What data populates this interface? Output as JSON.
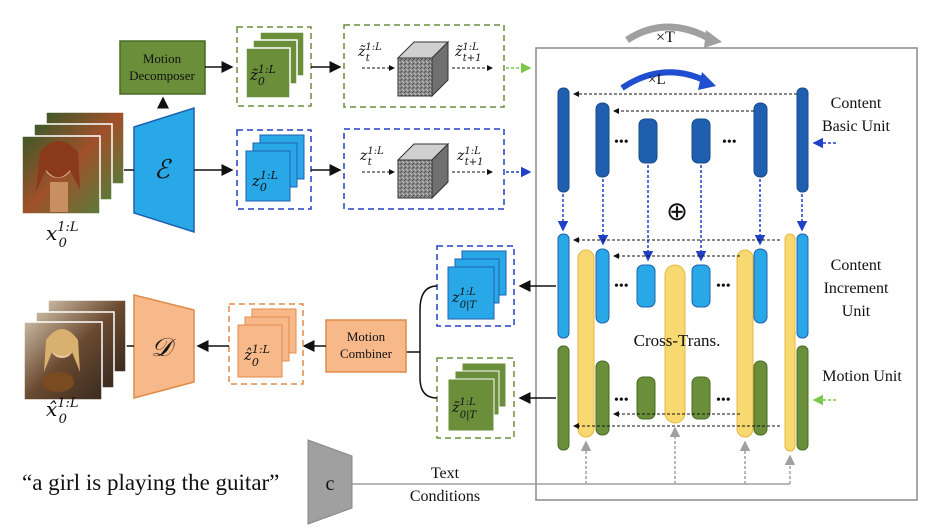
{
  "labels": {
    "loop_T": "×T",
    "loop_L": "×L",
    "motion_decomposer_1": "Motion",
    "motion_decomposer_2": "Decomposer",
    "encoder": "ℰ",
    "decoder": "𝒟",
    "input_x": "x",
    "input_x_sup": "1:L",
    "input_x_sub": "0",
    "output_x": "x̂",
    "output_x_sup": "1:L",
    "output_x_sub": "0",
    "zt_motion": "z̃",
    "zt_motion_sup": "1:L",
    "zt_motion_sub": "t",
    "zt1_motion": "z̃",
    "zt1_motion_sup": "1:L",
    "zt1_motion_sub": "t+1",
    "z0_motion": "z̃",
    "z0_motion_sup": "1:L",
    "z0_motion_sub": "0",
    "z0_content": "z",
    "z0_content_sup": "1:L",
    "z0_content_sub": "0",
    "zt_content": "z",
    "zt_content_sup": "1:L",
    "zt_content_sub": "t",
    "zt1_content": "z",
    "zt1_content_sup": "1:L",
    "zt1_content_sub": "t+1",
    "z0T_content": "z",
    "z0T_content_sup": "1:L",
    "z0T_content_sub": "0|T",
    "z0T_motion": "z̃",
    "z0T_motion_sup": "1:L",
    "z0T_motion_sub": "0|T",
    "z0hat": "ẑ",
    "z0hat_sup": "1:L",
    "z0hat_sub": "0",
    "motion_combiner_1": "Motion",
    "motion_combiner_2": "Combiner",
    "content_basic_1": "Content",
    "content_basic_2": "Basic Unit",
    "content_increment_1": "Content",
    "content_increment_2": "Increment",
    "content_increment_3": "Unit",
    "motion_unit": "Motion Unit",
    "cross_trans": "Cross-Trans.",
    "oplus": "⊕",
    "dots": "•••",
    "prompt": "“a girl is playing the guitar”",
    "text_encoder": "c",
    "text_conditions_1": "Text",
    "text_conditions_2": "Conditions"
  },
  "colors": {
    "green_fill": "#6b8e3a",
    "green_dark": "#4a6b24",
    "blue_fill": "#29a8e8",
    "blue_dark": "#1f5fb0",
    "deep_blue": "#2040c8",
    "orange_fill": "#f8b98a",
    "orange_stroke": "#e08a48",
    "yellow_fill": "#f8d870",
    "gray": "#a0a0a0"
  }
}
